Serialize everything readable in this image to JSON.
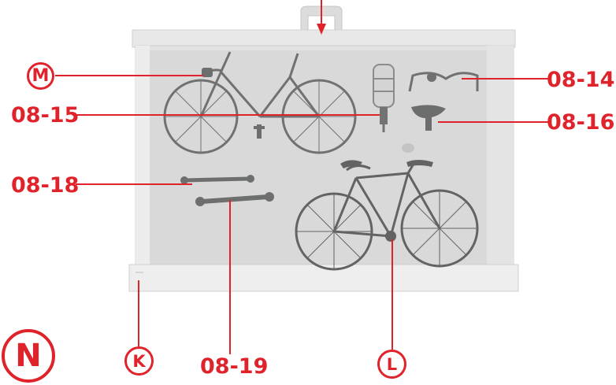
{
  "callouts": {
    "M": "M",
    "K": "K",
    "L": "L",
    "N": "N",
    "p08_14": "08-14",
    "p08_15": "08-15",
    "p08_16": "08-16",
    "p08_18": "08-18",
    "p08_19": "08-19"
  },
  "colors": {
    "accent": "#e0232b",
    "part_grey": "#6e706f",
    "box_light": "#e6e6e6"
  },
  "icons": [
    "bicycle",
    "arrow-down",
    "wrench",
    "handlebar",
    "saddle",
    "pump"
  ]
}
